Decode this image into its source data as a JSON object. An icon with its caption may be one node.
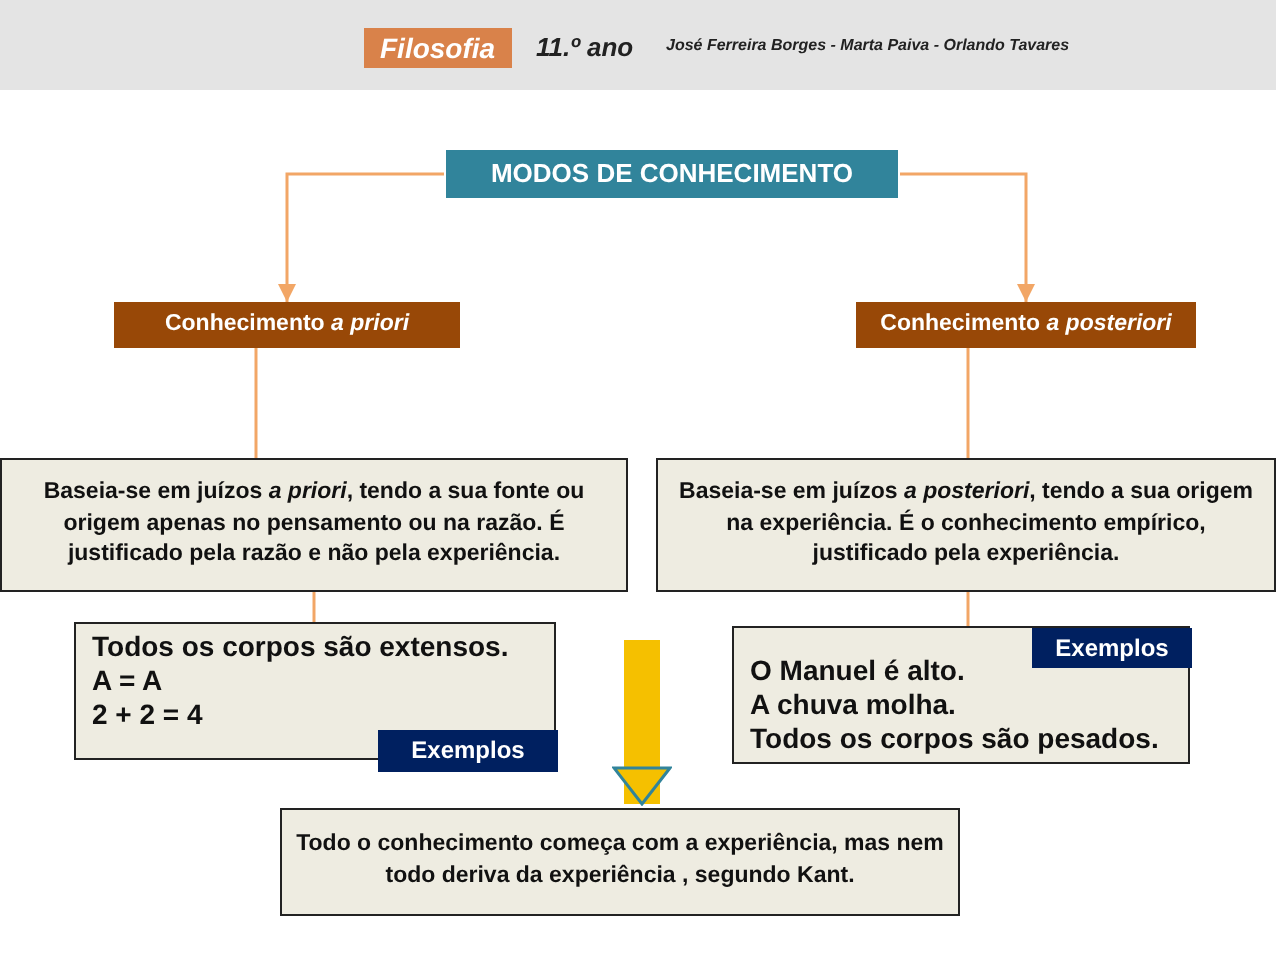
{
  "diagram": {
    "nodes": [
      {
        "text": [
          "MODOS DE CONHECIMENTO"
        ]
      },
      {
        "text": [
          "Conhecimento *a priori*"
        ]
      },
      {
        "text": [
          "Conhecimento *a posteriori*"
        ]
      },
      {
        "text": [
          "Baseia-se em juízos *a priori*, tendo a sua fonte ou origem apenas no pensamento ou na razão. É justificado pela razão e não pela experiência."
        ]
      },
      {
        "text": [
          "Baseia-se em juízos *a posteriori*, tendo a sua origem na experiência. É o conhecimento empírico, justificado pela experiência."
        ]
      },
      {
        "text": [
          "Todos os corpos são extensos.",
          "A = A",
          "2 + 2 = 4"
        ]
      },
      {
        "text": [
          "Exemplos"
        ],
        "in": 5
      },
      {
        "text": [
          "O Manuel é alto.",
          "A chuva molha.",
          "Todos os corpos são pesados."
        ]
      },
      {
        "text": [
          "Exemplos"
        ],
        "in": 7
      },
      {
        "text": [
          "Todo o conhecimento começa com a experiência, mas nem todo deriva da experiência , segundo Kant."
        ]
      }
    ],
    "edges": [
      {
        "from": 0,
        "to": 1,
        "arrow": "to"
      },
      {
        "from": 0,
        "to": 2,
        "arrow": "to"
      },
      {
        "from": 1,
        "to": 3,
        "arrow": "none"
      },
      {
        "from": 2,
        "to": 4,
        "arrow": "none"
      },
      {
        "from": 3,
        "to": 5,
        "arrow": "none"
      },
      {
        "from": 4,
        "to": 7,
        "arrow": "none"
      },
      {
        "from": null,
        "to": 9,
        "arrow": "to",
        "style": "thick",
        "color": "#f5c000"
      }
    ],
    "labels": [
      "Filosofia",
      "11.º ano",
      "José Ferreira Borges - Marta Paiva - Orlando Tavares"
    ]
  }
}
